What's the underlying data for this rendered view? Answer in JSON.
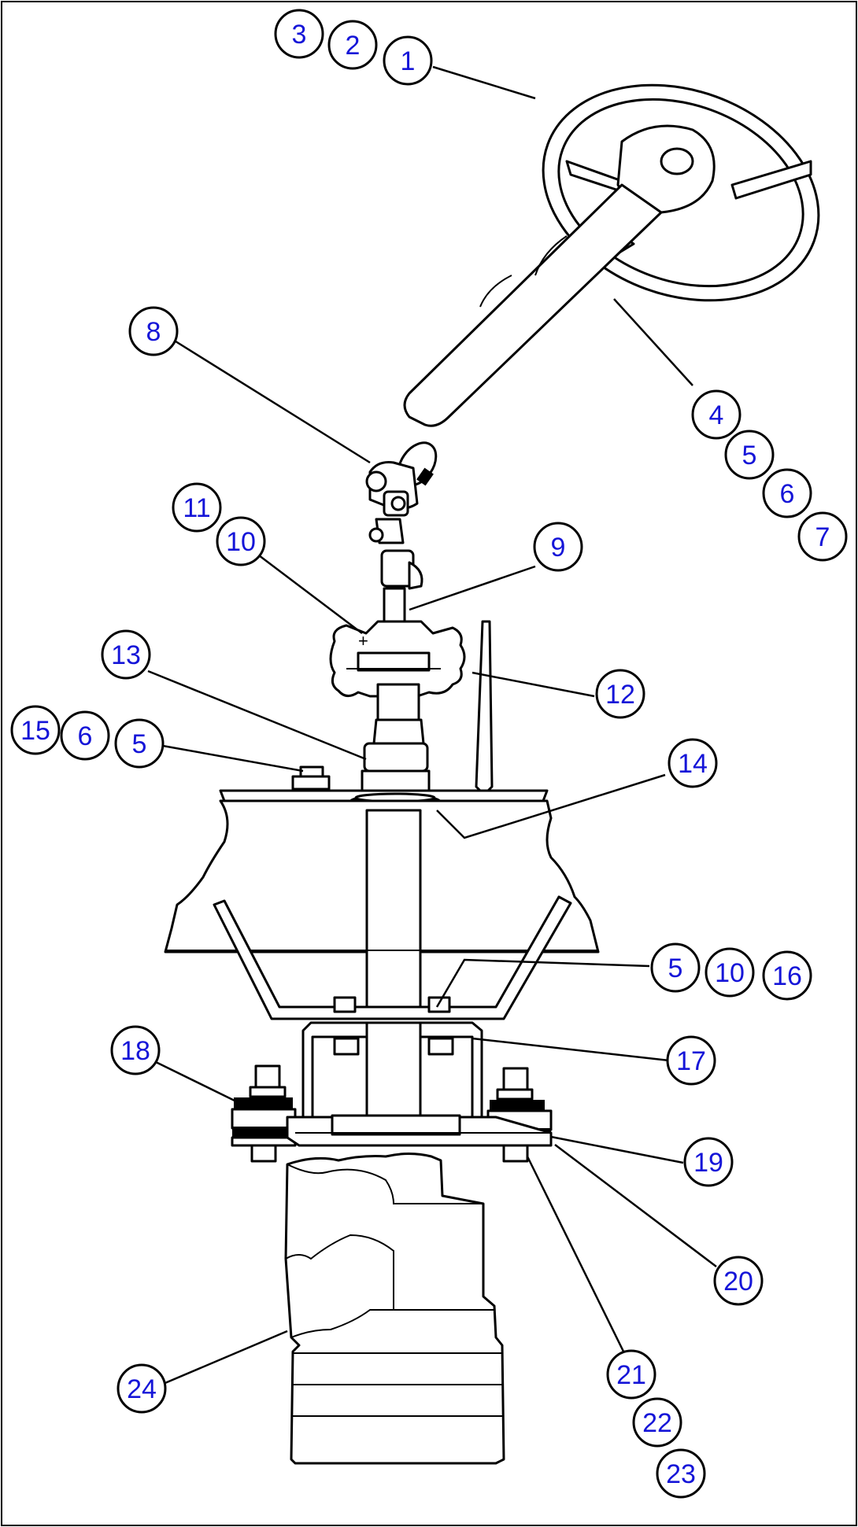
{
  "callouts": [
    {
      "id": "c1",
      "label": "1"
    },
    {
      "id": "c2",
      "label": "2"
    },
    {
      "id": "c3",
      "label": "3"
    },
    {
      "id": "c4",
      "label": "4"
    },
    {
      "id": "c5a",
      "label": "5"
    },
    {
      "id": "c6a",
      "label": "6"
    },
    {
      "id": "c7",
      "label": "7"
    },
    {
      "id": "c8",
      "label": "8"
    },
    {
      "id": "c9",
      "label": "9"
    },
    {
      "id": "c10a",
      "label": "10"
    },
    {
      "id": "c11",
      "label": "11"
    },
    {
      "id": "c12",
      "label": "12"
    },
    {
      "id": "c13",
      "label": "13"
    },
    {
      "id": "c14",
      "label": "14"
    },
    {
      "id": "c15",
      "label": "15"
    },
    {
      "id": "c6b",
      "label": "6"
    },
    {
      "id": "c5b",
      "label": "5"
    },
    {
      "id": "c5c",
      "label": "5"
    },
    {
      "id": "c10b",
      "label": "10"
    },
    {
      "id": "c16",
      "label": "16"
    },
    {
      "id": "c17",
      "label": "17"
    },
    {
      "id": "c18",
      "label": "18"
    },
    {
      "id": "c19",
      "label": "19"
    },
    {
      "id": "c20",
      "label": "20"
    },
    {
      "id": "c21",
      "label": "21"
    },
    {
      "id": "c22",
      "label": "22"
    },
    {
      "id": "c23",
      "label": "23"
    },
    {
      "id": "c24",
      "label": "24"
    }
  ],
  "colors": {
    "callout_text": "#1515d8",
    "line": "#000000",
    "background": "#ffffff"
  }
}
